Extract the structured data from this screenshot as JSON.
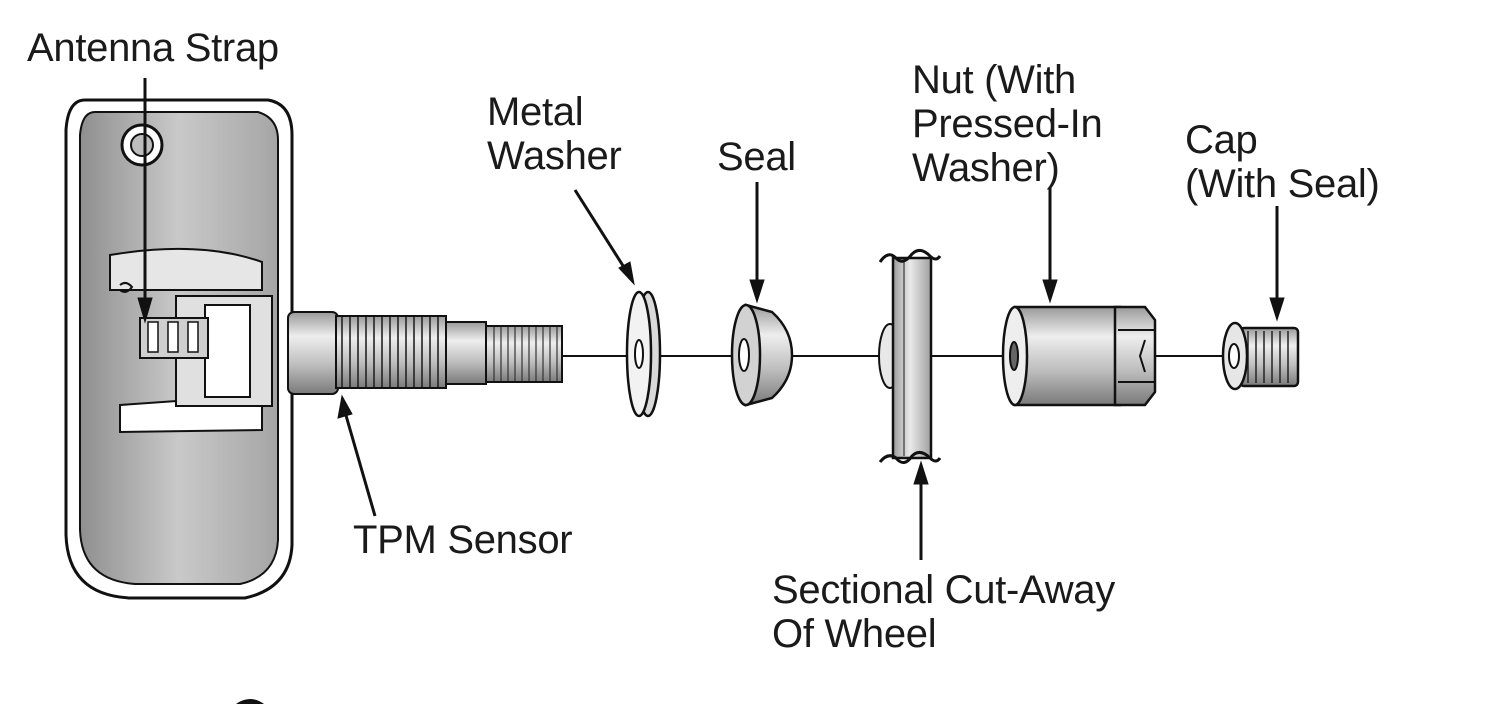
{
  "labels": {
    "antenna_strap": "Antenna Strap",
    "metal_washer": [
      "Metal",
      "Washer"
    ],
    "seal": "Seal",
    "nut": [
      "Nut (With",
      "Pressed-In",
      "Washer)"
    ],
    "cap": [
      "Cap",
      "(With Seal)"
    ],
    "tpm_sensor": "TPM Sensor",
    "sectional_wheel": [
      "Sectional Cut-Away",
      "Of Wheel"
    ]
  },
  "colors": {
    "ink": "#111111",
    "background": "#ffffff",
    "metal_light": "#d9d9d9",
    "metal_mid": "#b5b5b5",
    "metal_dark": "#8a8a8a"
  }
}
